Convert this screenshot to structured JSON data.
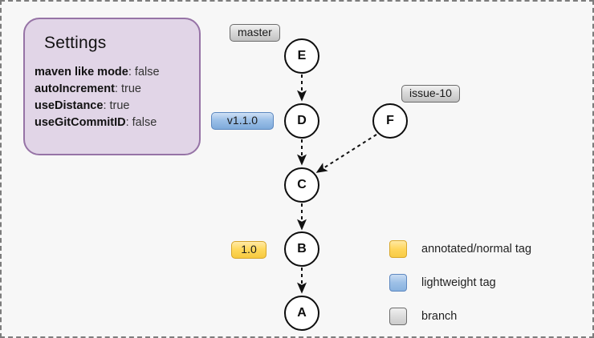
{
  "diagram": {
    "title_panel": {
      "heading": "Settings",
      "rows": [
        {
          "key": "maven like mode",
          "value": ": false"
        },
        {
          "key": "autoIncrement",
          "value": ": true"
        },
        {
          "key": "useDistance",
          "value": ": true"
        },
        {
          "key": "useGitCommitID",
          "value": ": false"
        }
      ]
    },
    "nodes": [
      {
        "id": "E",
        "label": "E"
      },
      {
        "id": "D",
        "label": "D"
      },
      {
        "id": "C",
        "label": "C"
      },
      {
        "id": "B",
        "label": "B"
      },
      {
        "id": "A",
        "label": "A"
      },
      {
        "id": "F",
        "label": "F"
      }
    ],
    "chips": [
      {
        "id": "master",
        "label": "master",
        "kind": "branch"
      },
      {
        "id": "issue-10",
        "label": "issue-10",
        "kind": "branch"
      },
      {
        "id": "v1.1.0",
        "label": "v1.1.0",
        "kind": "lightweight"
      },
      {
        "id": "1.0",
        "label": "1.0",
        "kind": "annotated"
      }
    ],
    "legend": [
      {
        "kind": "annotated",
        "label": "annotated/normal tag"
      },
      {
        "kind": "lightweight",
        "label": "lightweight tag"
      },
      {
        "kind": "branch",
        "label": "branch"
      }
    ],
    "colors": {
      "panel_fill": "#e1d5e7",
      "panel_border": "#9673a6",
      "canvas_bg": "#f7f7f7",
      "canvas_border": "#7c7c7c",
      "annotated_tag": "#ffd65c",
      "lightweight_tag": "#9dc0e7",
      "branch_tag": "#dcdcdc",
      "node_stroke": "#0d0d0d",
      "edge_stroke": "#111111"
    }
  }
}
